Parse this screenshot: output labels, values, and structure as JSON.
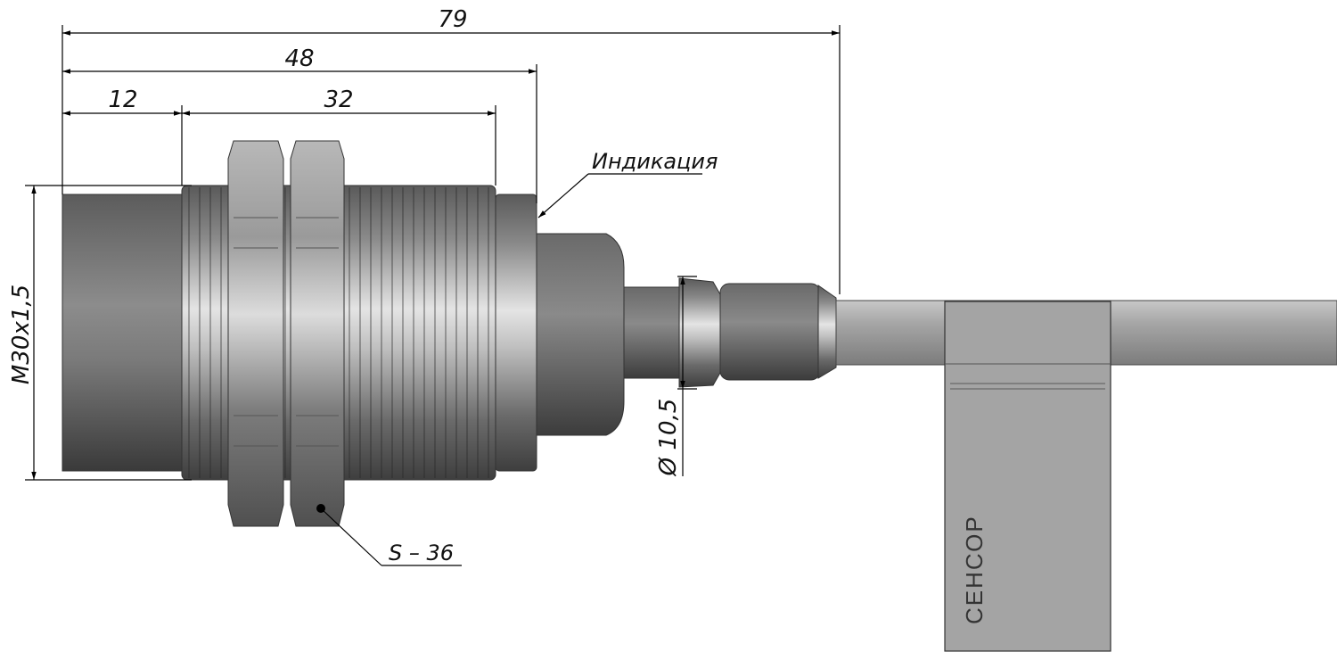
{
  "dimensions": {
    "overall_length": "79",
    "housing_length": "48",
    "sensing_face_length": "12",
    "thread_length": "32",
    "thread_size": "M30x1,5",
    "cable_diameter": "Ø 10,5",
    "wrench_size": "S – 36"
  },
  "labels": {
    "indication": "Индикация",
    "brand": "СЕНСОР"
  },
  "colors": {
    "body_dark": "#4a4a4a",
    "body_mid": "#8e8e8e",
    "body_light": "#d9d9d9",
    "cable": "#9a9a9a",
    "tag": "#a6a6a6",
    "line": "#000000"
  }
}
